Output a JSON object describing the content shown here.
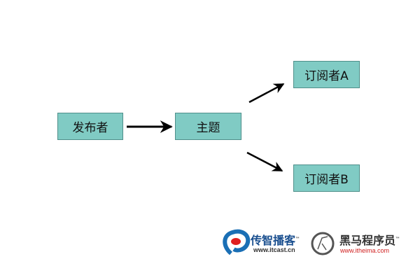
{
  "nodes": {
    "publisher": "发布者",
    "topic": "主题",
    "subscriber_a": "订阅者A",
    "subscriber_b": "订阅者B"
  },
  "logos": {
    "itcast_name": "传智播客",
    "itcast_url": "www.itcast.cn",
    "itheima_name": "黑马程序员",
    "itheima_url": "www.itheima.com",
    "tm": "™"
  },
  "colors": {
    "box_fill": "#80cbc4",
    "itcast_blue": "#1a6fb5",
    "itheima_red": "#d02020"
  }
}
